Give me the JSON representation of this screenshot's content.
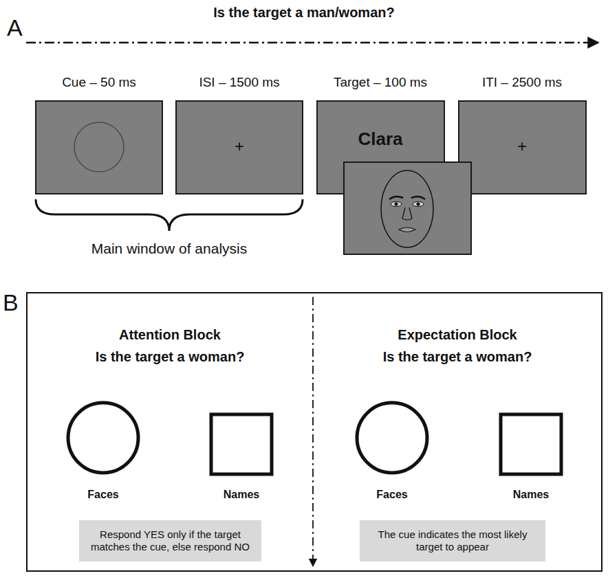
{
  "diagram": {
    "title": "Is the target a man/woman?",
    "nodes": [
      {
        "text": [
          "Cue – 50 ms"
        ]
      },
      {
        "text": [
          "ISI – 1500 ms",
          "+"
        ]
      },
      {
        "text": [
          "Target – 100 ms",
          "Clara"
        ]
      },
      {
        "text": [
          "ITI – 2500 ms",
          "+"
        ]
      },
      {
        "text": [
          "Attention Block",
          "Is the target a woman?",
          "Faces",
          "Names",
          "Expectation Block",
          "Is the target a woman?",
          "Faces",
          "Names"
        ]
      },
      {
        "text": [
          "Respond YES only if the target matches the cue, else respond NO"
        ],
        "in": 4
      },
      {
        "text": [
          "The cue indicates the most likely target to appear"
        ],
        "in": 4
      }
    ],
    "edges": [],
    "labels": [
      "A",
      "B",
      "Main window of analysis"
    ]
  }
}
